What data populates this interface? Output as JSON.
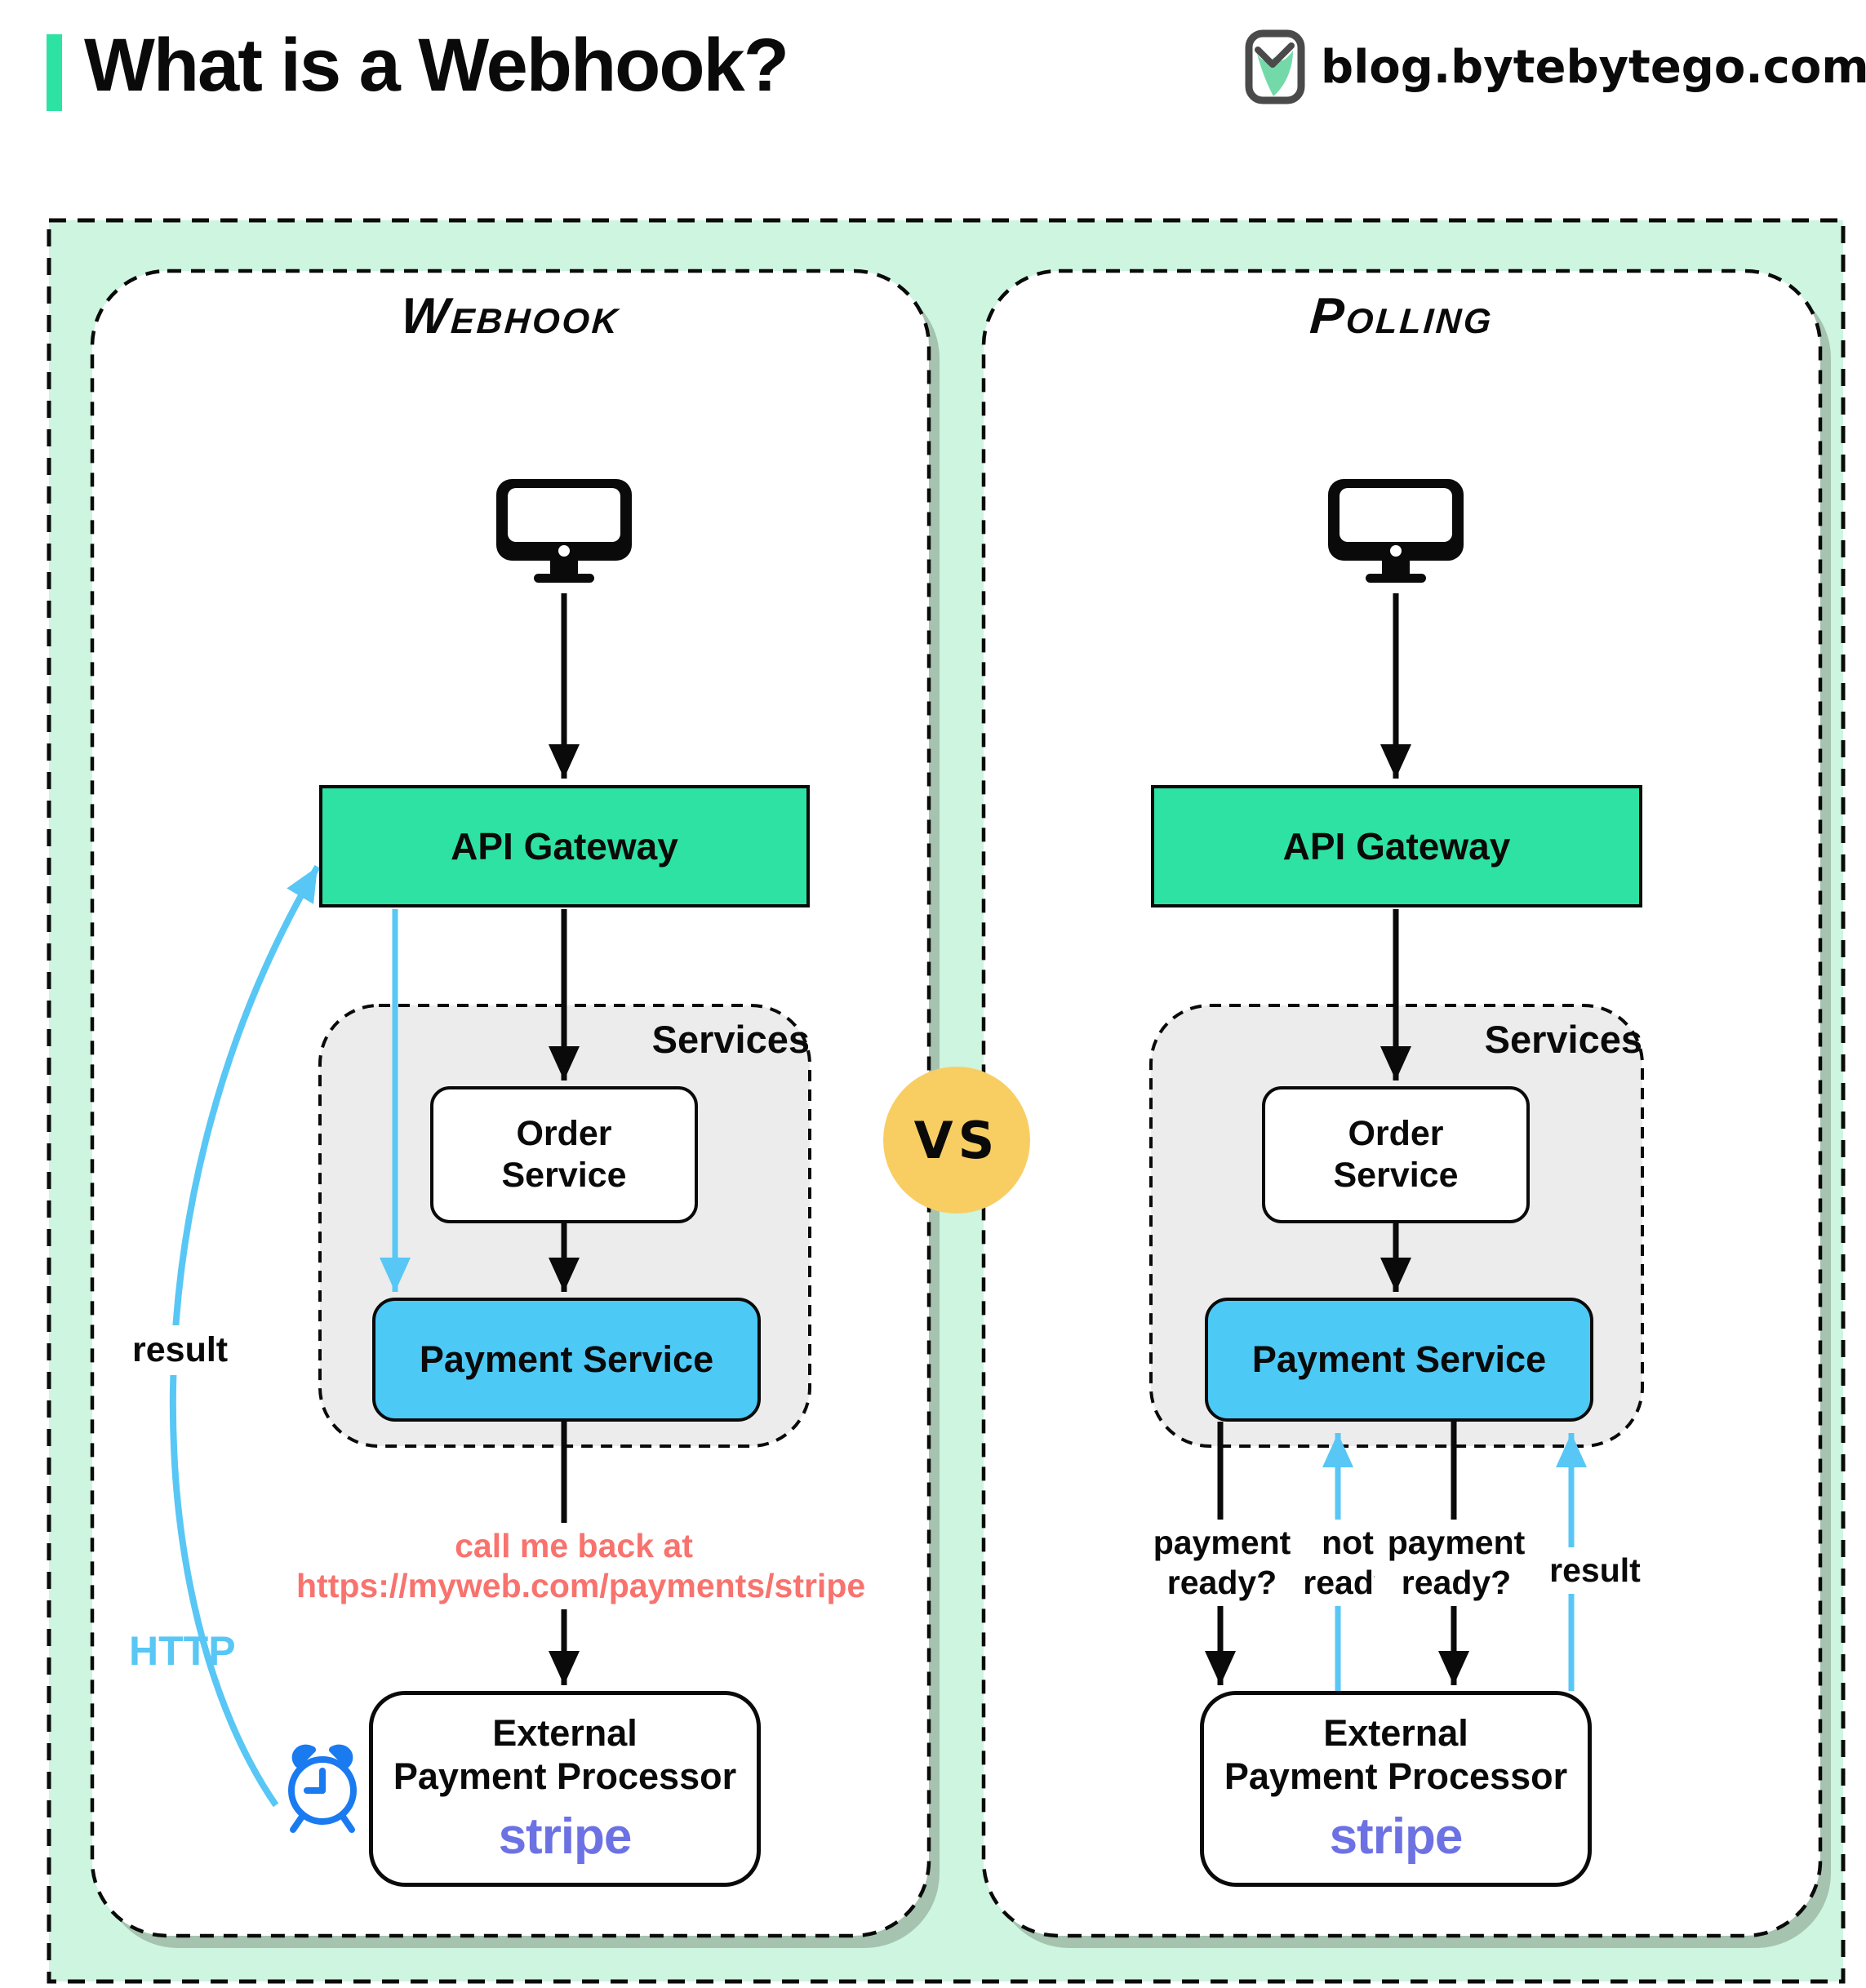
{
  "header": {
    "title": "What is a Webhook?",
    "site": "blog.bytebytego.com"
  },
  "vs_badge": "VS",
  "panels": {
    "webhook": {
      "title": "Webhook",
      "api_gateway_label": "API Gateway",
      "services_label": "Services",
      "order_service_lines": [
        "Order",
        "Service"
      ],
      "payment_service_label": "Payment Service",
      "external_processor_lines": [
        "External",
        "Payment Processor"
      ],
      "external_brand": "stripe",
      "callback_note_lines": [
        "call me back at",
        "https://myweb.com/payments/stripe"
      ],
      "result_label": "result",
      "http_label": "HTTP"
    },
    "polling": {
      "title": "Polling",
      "api_gateway_label": "API Gateway",
      "services_label": "Services",
      "order_service_lines": [
        "Order",
        "Service"
      ],
      "payment_service_label": "Payment Service",
      "external_processor_lines": [
        "External",
        "Payment Processor"
      ],
      "external_brand": "stripe",
      "flow_labels": {
        "query1_lines": [
          "payment",
          "ready?"
        ],
        "not_ready_lines": [
          "not",
          "ready"
        ],
        "query2_lines": [
          "payment",
          "ready?"
        ],
        "result": "result"
      }
    }
  },
  "colors": {
    "accent_teal": "#2ee2a4",
    "mint_background": "#cdf5e0",
    "panel_shadow": "#a5c3af",
    "payment_blue": "#4dc9f6",
    "arrow_blue": "#58c7f5",
    "clock_blue": "#1a7af0",
    "note_red": "#f8736e",
    "vs_yellow": "#f8ce63",
    "stripe_purple": "#6c71e3",
    "services_gray": "#ececec"
  }
}
